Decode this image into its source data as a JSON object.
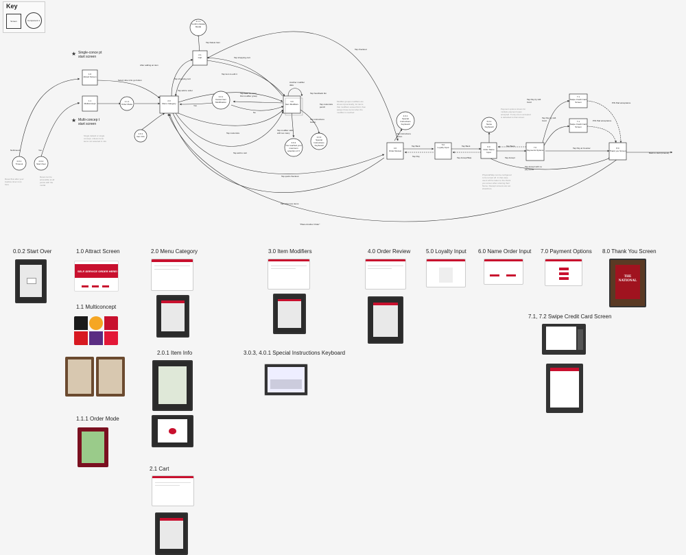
{
  "key": {
    "title": "Key",
    "screen_label": "Screen",
    "component_label": "Component 1"
  },
  "flow": {
    "nodes": {
      "n211": {
        "id": "2.1.1",
        "name": "Confirm Delete Modal"
      },
      "n21": {
        "id": "2.1",
        "name": "Cart"
      },
      "n10": {
        "id": "1.0",
        "name": "Attract Screen"
      },
      "n11": {
        "id": "1.1",
        "name": "Multiconcept"
      },
      "n111": {
        "id": "1.1.1",
        "name": "Order Mode"
      },
      "n20": {
        "id": "2.0",
        "name": "Menu Category"
      },
      "n201": {
        "id": "2.0.1",
        "name": "Item Info"
      },
      "n301": {
        "id": "3.0.1",
        "name": "Cancel Item Modification"
      },
      "n30": {
        "id": "3.0",
        "name": "Item Modifiers"
      },
      "n302": {
        "id": "3.0.2",
        "name": "You reached your maximum selection of X"
      },
      "n303": {
        "id": "3.0.3",
        "name": "Special Instructions Keyboard"
      },
      "n401": {
        "id": "4.0.1",
        "name": "Special Instructions Keyboard"
      },
      "n40": {
        "id": "4.0",
        "name": "Order Review"
      },
      "n50": {
        "id": "5.0",
        "name": "Loyalty Input"
      },
      "n601": {
        "id": "6.0.1",
        "name": "Name Keyboard"
      },
      "n60": {
        "id": "6.0",
        "name": "Order Name Input"
      },
      "n70": {
        "id": "7.0",
        "name": "Payments Options"
      },
      "n71a": {
        "id": "7.1",
        "name": "Swipe Credit Card Screen"
      },
      "n71b": {
        "id": "7.1",
        "name": "Swipe Credit Card Screen"
      },
      "n80": {
        "id": "8.0",
        "name": "Thank you Screen"
      },
      "n001": {
        "id": "0.0.1",
        "name": "Timeout"
      },
      "n002": {
        "id": "0.0.2",
        "name": "Start Over"
      }
    },
    "labels": {
      "single": "Single-conce pt start screen",
      "multi": "Multi-concep t start screen",
      "tap_checkout": "Tap checkout",
      "tap_delete": "Tap Delete Item",
      "after_adding": "After adding an item",
      "select_dine": "Select dine in/to go button",
      "tap_shopping_cart": "Tap shopping cart",
      "tap_shopping_cart2": "Tap shopping cart",
      "tap_item_edit": "Tap item to edit it",
      "tap_add_order": "Tap add to order",
      "another_modifier": "Another modifier data",
      "tap_back_item": "Tap back btn from first modifier group",
      "tap_nextback": "Tap Next/back btn",
      "tap_customize_pencil": "Tap customize pencil",
      "yes": "Yes",
      "no": "No",
      "tap_instructions_btn": "Tap instructions button",
      "tap_customize": "Tap customize",
      "tap_modifier_max": "Tap modifier valid with too many",
      "tap_add_cart": "Tap add to cart",
      "tap_quick_checkout": "Tap quick checkout",
      "tap_instructions_btn2": "Tap instructions button",
      "tap_back1": "Tap Back",
      "tap_pay": "Tap Pay",
      "tap_back2": "Tap Back",
      "tap_accept_skip": "Tap Accept/Skip",
      "tap_back3": "Tap Back",
      "tap_accept": "Tap Accept",
      "tap_pay_gift": "Tap Pay by Gift Card",
      "tap_pay_gift2": "Tap Pay by Gift Card",
      "pin_pad1": "PIN Pad acceptance",
      "pin_pad2": "PIN Pad acceptance",
      "tap_pay_counter": "Tap Pay at Counter",
      "tap_accept_no_pay": "Tap Accept with no payments",
      "back_start": "Back to start (timeout)",
      "tap_add_more": "Tap add more items",
      "place_another": "\"Place Another Order\"",
      "nonresult": "No/timeout",
      "yes2": "Yes"
    },
    "notes": {
      "note_modifiers": "Modifier groups modifiers are shown dynamically; for items that modifiers exceed limit, then assign those items when the modifier is reached",
      "note_attract": "Single default or single concept, unless menu items not selected in info",
      "note_payment": "Payment options shown for multiple payment types accepted. If only one is accepted is defaulted to that screen",
      "note_timeout": "Reset flow after your inactive timer runs here",
      "note_startover": "Reset can be accessible at all points with the modal",
      "note_name": "Physical/Skip can be configured to be turned off. In that case, users will be taken to the thank you screen after entering their Name. Receipt screens are set elsewhere"
    }
  },
  "screens": {
    "start_over": "0.0.2 Start Over",
    "attract": "1.0 Attract Screen",
    "attract_banner": "SELF-SERVICE ORDER HERE!",
    "multiconcept": "1.1 Multiconcept",
    "order_mode": "1.1.1 Order Mode",
    "menu_category": "2.0 Menu Category",
    "item_info": "2.0.1 Item Info",
    "cart": "2.1 Cart",
    "item_modifiers": "3.0 Item Modifiers",
    "special_instructions": "3.0.3, 4.0.1 Special Instructions Keyboard",
    "order_review": "4.0 Order Review",
    "loyalty": "5.0 Loyalty Input",
    "name_order": "6.0 Name Order Input",
    "payment_options": "7.0 Payment Options",
    "thank_you": "8.0 Thank You Screen",
    "swipe": "7.1, 7.2 Swipe Credit Card Screen",
    "thank_you_logo": "THE NATIONAL"
  },
  "colors": {
    "brand": "#c8102e",
    "line": "#333333",
    "bg": "#f5f5f5"
  }
}
